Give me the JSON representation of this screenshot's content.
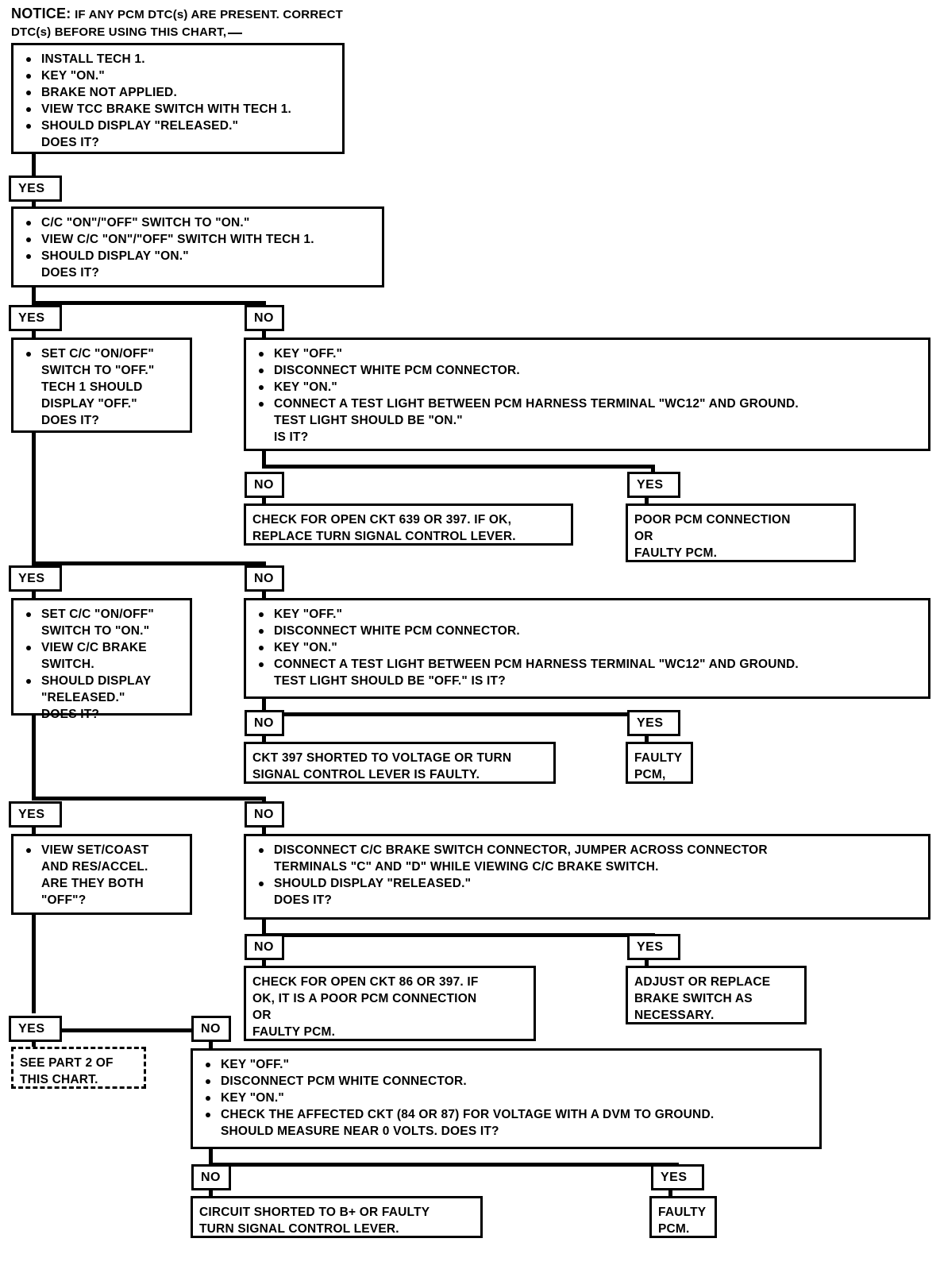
{
  "notice": {
    "keyword": "NOTICE:",
    "line1": "IF ANY PCM DTC(s) ARE PRESENT. CORRECT",
    "line2": "DTC(s) BEFORE USING THIS CHART,"
  },
  "labels": {
    "yes": "YES",
    "no": "NO"
  },
  "steps": {
    "step1": {
      "bullets": [
        "INSTALL TECH 1.",
        "KEY \"ON.\"",
        "BRAKE NOT APPLIED.",
        "VIEW TCC BRAKE SWITCH WITH TECH 1.",
        "SHOULD DISPLAY \"RELEASED.\""
      ],
      "tail": "DOES IT?"
    },
    "step2": {
      "bullets": [
        "C/C \"ON\"/\"OFF\" SWITCH TO \"ON.\"",
        "VIEW C/C \"ON\"/\"OFF\" SWITCH WITH TECH 1.",
        "SHOULD DISPLAY \"ON.\""
      ],
      "tail": "DOES IT?"
    },
    "step3_left": {
      "bullet1_l1": "SET C/C \"ON/OFF\"",
      "bullet1_l2": "SWITCH TO \"OFF.\"",
      "bullet1_l3": "TECH 1 SHOULD",
      "bullet1_l4": "DISPLAY \"OFF.\"",
      "tail": "DOES IT?"
    },
    "step3_right": {
      "b1": "KEY \"OFF.\"",
      "b2": "DISCONNECT WHITE PCM CONNECTOR.",
      "b3": "KEY \"ON.\"",
      "b4_l1": "CONNECT A TEST LIGHT BETWEEN PCM HARNESS TERMINAL \"WC12\" AND GROUND.",
      "b4_l2": "TEST LIGHT SHOULD BE \"ON.\"",
      "tail": "IS IT?"
    },
    "step3_no_result": {
      "l1": "CHECK FOR OPEN CKT 639 OR 397.  IF OK,",
      "l2": "REPLACE TURN SIGNAL CONTROL LEVER."
    },
    "step3_yes_result": {
      "l1": "POOR PCM CONNECTION",
      "l2": "OR",
      "l3": "FAULTY PCM."
    },
    "step4_left": {
      "b1_l1": "SET C/C \"ON/OFF\"",
      "b1_l2": "SWITCH TO \"ON.\"",
      "b2_l1": "VIEW C/C BRAKE",
      "b2_l2": "SWITCH.",
      "b3_l1": "SHOULD DISPLAY",
      "b3_l2": "\"RELEASED.\"",
      "tail": "DOES IT?"
    },
    "step4_right": {
      "b1": "KEY \"OFF.\"",
      "b2": "DISCONNECT WHITE PCM CONNECTOR.",
      "b3": "KEY \"ON.\"",
      "b4_l1": "CONNECT A TEST LIGHT BETWEEN PCM HARNESS TERMINAL \"WC12\" AND GROUND.",
      "b4_l2": "TEST LIGHT SHOULD BE \"OFF.\"  IS IT?"
    },
    "step4_no_result": {
      "l1": "CKT 397 SHORTED TO VOLTAGE OR TURN",
      "l2": "SIGNAL CONTROL LEVER IS FAULTY."
    },
    "step4_yes_result": {
      "l1": "FAULTY",
      "l2": "PCM,"
    },
    "step5_left": {
      "b1_l1": "VIEW SET/COAST",
      "b1_l2": "AND RES/ACCEL.",
      "b1_l3": "ARE THEY BOTH",
      "b1_l4": "\"OFF\"?"
    },
    "step5_right": {
      "b1_l1": "DISCONNECT C/C BRAKE SWITCH CONNECTOR, JUMPER ACROSS CONNECTOR",
      "b1_l2": "TERMINALS \"C\" AND \"D\" WHILE VIEWING C/C BRAKE SWITCH.",
      "b2": "SHOULD DISPLAY \"RELEASED.\"",
      "tail": "DOES IT?"
    },
    "step5_no_result": {
      "l1": "CHECK FOR OPEN CKT 86 OR 397.  IF",
      "l2": "OK,  IT IS A POOR PCM CONNECTION",
      "l3": "OR",
      "l4": "FAULTY PCM."
    },
    "step5_yes_result": {
      "l1": "ADJUST OR REPLACE",
      "l2": "BRAKE SWITCH AS",
      "l3": "NECESSARY."
    },
    "see_part_2": {
      "l1": "SEE PART 2 OF",
      "l2": "THIS CHART."
    },
    "step6": {
      "b1": "KEY \"OFF.\"",
      "b2": "DISCONNECT PCM WHITE CONNECTOR.",
      "b3": "KEY \"ON.\"",
      "b4_l1": "CHECK THE AFFECTED CKT (84 OR 87) FOR VOLTAGE WITH A DVM TO GROUND.",
      "b4_l2": "SHOULD MEASURE NEAR 0 VOLTS.  DOES IT?"
    },
    "step6_no_result": {
      "l1": "CIRCUIT SHORTED TO B+ OR FAULTY",
      "l2": "TURN SIGNAL CONTROL LEVER."
    },
    "step6_yes_result": {
      "l1": "FAULTY",
      "l2": "PCM."
    }
  }
}
